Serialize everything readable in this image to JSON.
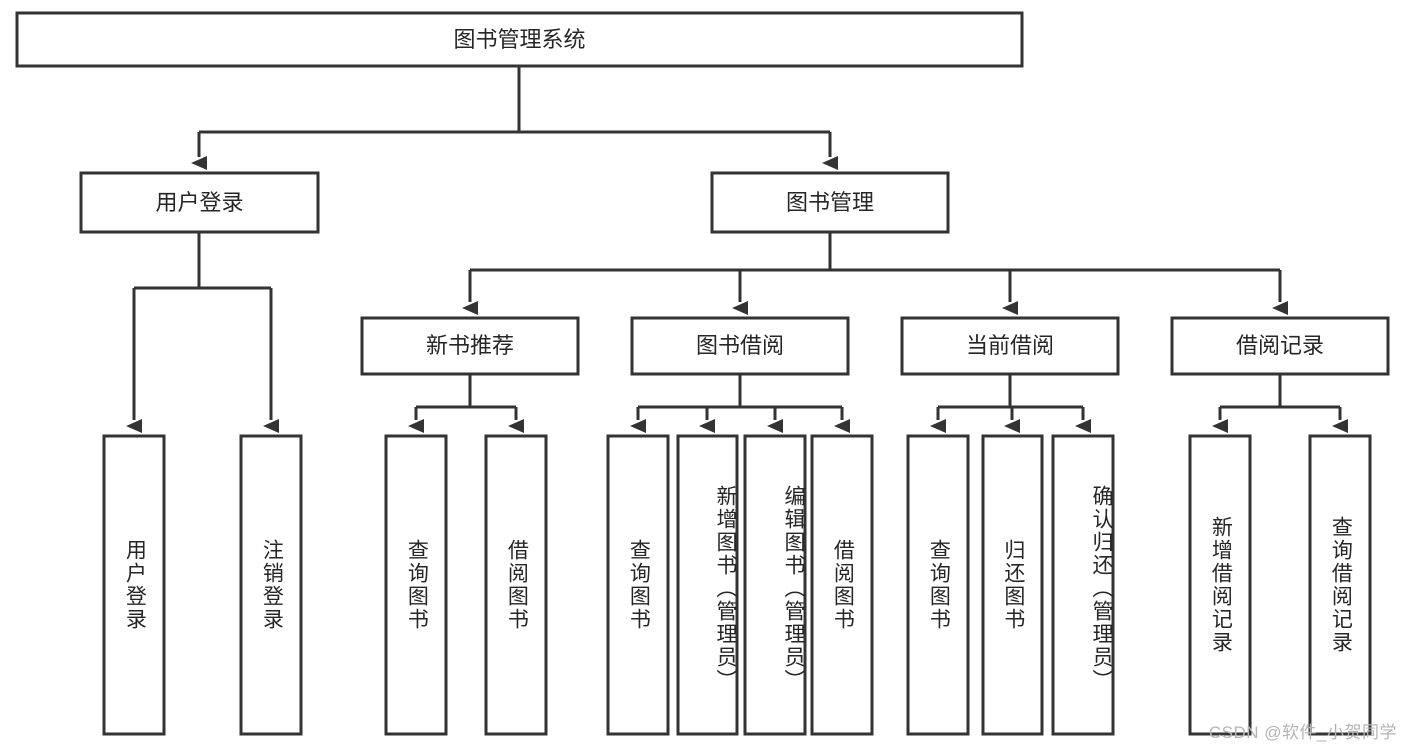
{
  "diagram": {
    "title": "图书管理系统",
    "type": "hierarchy-tree",
    "root": {
      "id": "root",
      "label": "图书管理系统",
      "orientation": "horizontal"
    },
    "level1": [
      {
        "id": "user-login",
        "label": "用户登录",
        "orientation": "horizontal"
      },
      {
        "id": "book-manage",
        "label": "图书管理",
        "orientation": "horizontal"
      }
    ],
    "level2": [
      {
        "id": "new-book-recommend",
        "label": "新书推荐",
        "parent": "book-manage",
        "orientation": "horizontal"
      },
      {
        "id": "book-borrow",
        "label": "图书借阅",
        "parent": "book-manage",
        "orientation": "horizontal"
      },
      {
        "id": "current-borrow",
        "label": "当前借阅",
        "parent": "book-manage",
        "orientation": "horizontal"
      },
      {
        "id": "borrow-record",
        "label": "借阅记录",
        "parent": "book-manage",
        "orientation": "horizontal"
      }
    ],
    "leaves": [
      {
        "id": "leaf-user-login",
        "label": "用户登录",
        "parent": "user-login",
        "orientation": "vertical"
      },
      {
        "id": "leaf-logout-login",
        "label": "注销登录",
        "parent": "user-login",
        "orientation": "vertical"
      },
      {
        "id": "leaf-query-book-1",
        "label": "查询图书",
        "parent": "new-book-recommend",
        "orientation": "vertical"
      },
      {
        "id": "leaf-borrow-book-1",
        "label": "借阅图书",
        "parent": "new-book-recommend",
        "orientation": "vertical"
      },
      {
        "id": "leaf-query-book-2",
        "label": "查询图书",
        "parent": "book-borrow",
        "orientation": "vertical"
      },
      {
        "id": "leaf-add-book",
        "label": "新增图书（管理员）",
        "parent": "book-borrow",
        "orientation": "vertical"
      },
      {
        "id": "leaf-edit-book",
        "label": "编辑图书（管理员）",
        "parent": "book-borrow",
        "orientation": "vertical"
      },
      {
        "id": "leaf-borrow-book-2",
        "label": "借阅图书",
        "parent": "book-borrow",
        "orientation": "vertical"
      },
      {
        "id": "leaf-query-book-3",
        "label": "查询图书",
        "parent": "current-borrow",
        "orientation": "vertical"
      },
      {
        "id": "leaf-return-book",
        "label": "归还图书",
        "parent": "current-borrow",
        "orientation": "vertical"
      },
      {
        "id": "leaf-confirm-return",
        "label": "确认归还（管理员）",
        "parent": "current-borrow",
        "orientation": "vertical"
      },
      {
        "id": "leaf-add-record",
        "label": "新增借阅记录",
        "parent": "borrow-record",
        "orientation": "vertical"
      },
      {
        "id": "leaf-query-record",
        "label": "查询借阅记录",
        "parent": "borrow-record",
        "orientation": "vertical"
      }
    ],
    "colors": {
      "stroke": "#333333",
      "fill": "#ffffff",
      "text": "#262626",
      "watermark": "#b4b4b4"
    }
  },
  "watermark": {
    "text": "CSDN @软件_小贺同学"
  }
}
